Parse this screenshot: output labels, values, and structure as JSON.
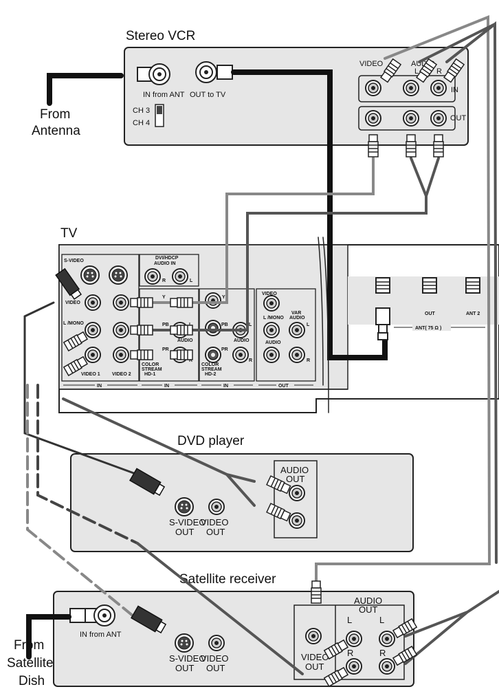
{
  "devices": {
    "vcr": {
      "title": "Stereo VCR",
      "in_from_ant": "IN from ANT",
      "out_to_tv": "OUT to TV",
      "ch3": "CH 3",
      "ch4": "CH 4",
      "video": "VIDEO",
      "audio": "AUDIO",
      "l": "L",
      "r": "R",
      "in": "IN",
      "out": "OUT"
    },
    "tv": {
      "title": "TV",
      "s_video": "S-VIDEO",
      "dvi_hdcp": "DVI/HDCP",
      "audio_in": "AUDIO IN",
      "video": "VIDEO",
      "l_mono": "L /MONO",
      "video1": "VIDEO 1",
      "video2": "VIDEO 2",
      "y": "Y",
      "pb": "PB",
      "pr": "PR",
      "audio": "AUDIO",
      "l": "L",
      "r": "R",
      "colorstream_hd1": [
        "COLOR",
        "STREAM",
        "HD-1"
      ],
      "colorstream_hd2": [
        "COLOR",
        "STREAM",
        "HD-2"
      ],
      "in": "IN",
      "out": "OUT",
      "var_audio": [
        "VAR",
        "AUDIO"
      ],
      "ant_out": "OUT",
      "ant2": "ANT 2",
      "ant75": "ANT( 75 Ω )"
    },
    "dvd": {
      "title": "DVD player",
      "audio_out": [
        "AUDIO",
        "OUT"
      ],
      "svideo_out": [
        "S-VIDEO",
        "OUT"
      ],
      "video_out": [
        "VIDEO",
        "OUT"
      ]
    },
    "sat": {
      "title": "Satellite receiver",
      "in_from_ant": "IN from ANT",
      "svideo_out": [
        "S-VIDEO",
        "OUT"
      ],
      "video_out": [
        "VIDEO",
        "OUT"
      ],
      "audio_out": [
        "AUDIO",
        "OUT"
      ],
      "video_label": "VIDEO",
      "l": "L",
      "r": "R"
    }
  },
  "sources": {
    "antenna": [
      "From",
      "Antenna"
    ],
    "satellite": [
      "From",
      "Satellite",
      "Dish"
    ]
  }
}
